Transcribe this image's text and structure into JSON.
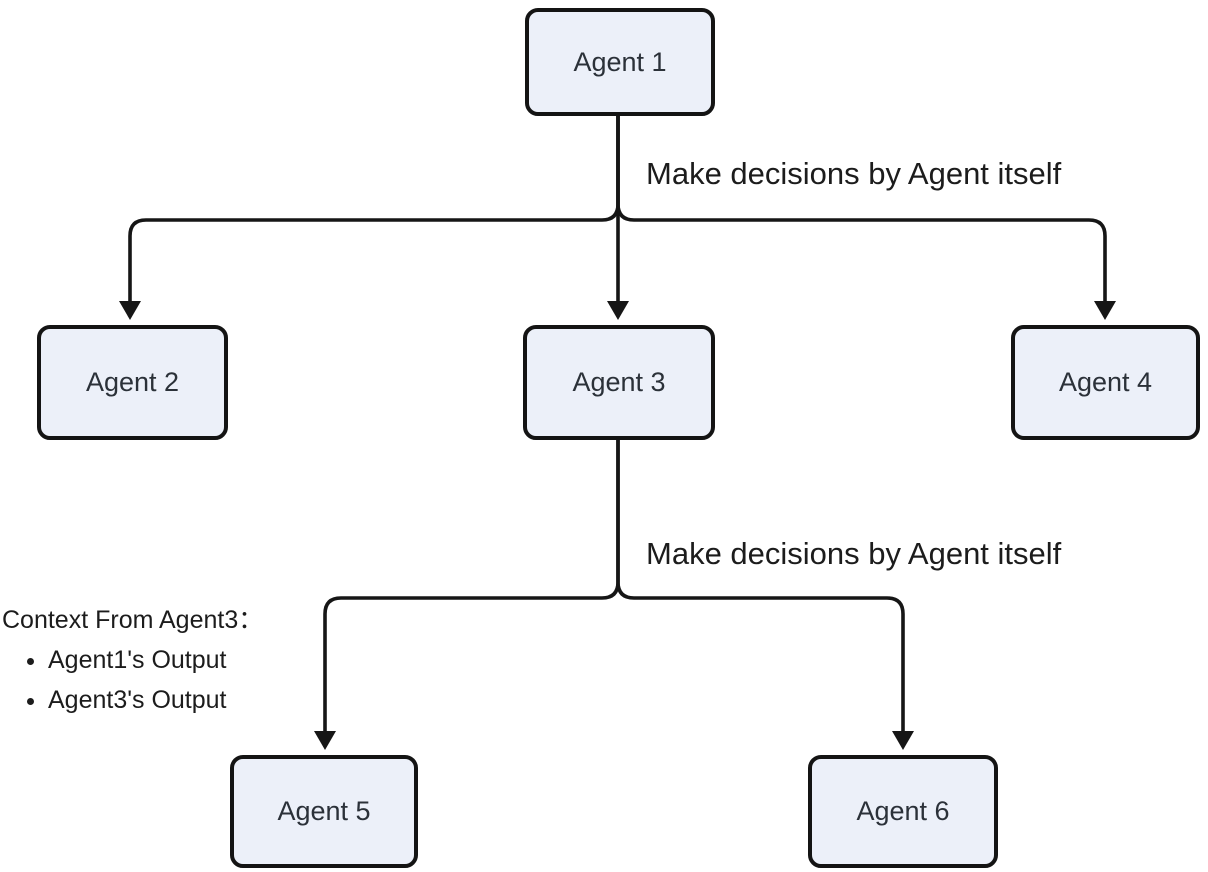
{
  "diagram": {
    "type": "flowchart",
    "nodes": [
      {
        "id": "agent-1",
        "label": "Agent 1"
      },
      {
        "id": "agent-2",
        "label": "Agent 2"
      },
      {
        "id": "agent-3",
        "label": "Agent 3"
      },
      {
        "id": "agent-4",
        "label": "Agent 4"
      },
      {
        "id": "agent-5",
        "label": "Agent 5"
      },
      {
        "id": "agent-6",
        "label": "Agent 6"
      }
    ],
    "edges": [
      {
        "from": "agent-1",
        "to": "agent-2"
      },
      {
        "from": "agent-1",
        "to": "agent-3"
      },
      {
        "from": "agent-1",
        "to": "agent-4"
      },
      {
        "from": "agent-3",
        "to": "agent-5"
      },
      {
        "from": "agent-3",
        "to": "agent-6"
      }
    ],
    "edge_labels": [
      {
        "text": "Make decisions by Agent itself",
        "attached_to": "branch-from-agent-1"
      },
      {
        "text": "Make decisions by Agent itself",
        "attached_to": "branch-from-agent-3"
      }
    ],
    "annotation": {
      "title": "Context From Agent3：",
      "items": [
        "Agent1's Output",
        "Agent3's Output"
      ]
    },
    "colors": {
      "node_fill": "#ECF0F9",
      "node_border": "#141414",
      "edge": "#161616",
      "node_text": "#2B3139",
      "label_text": "#1C1C1C",
      "background": "#FFFFFF"
    }
  }
}
